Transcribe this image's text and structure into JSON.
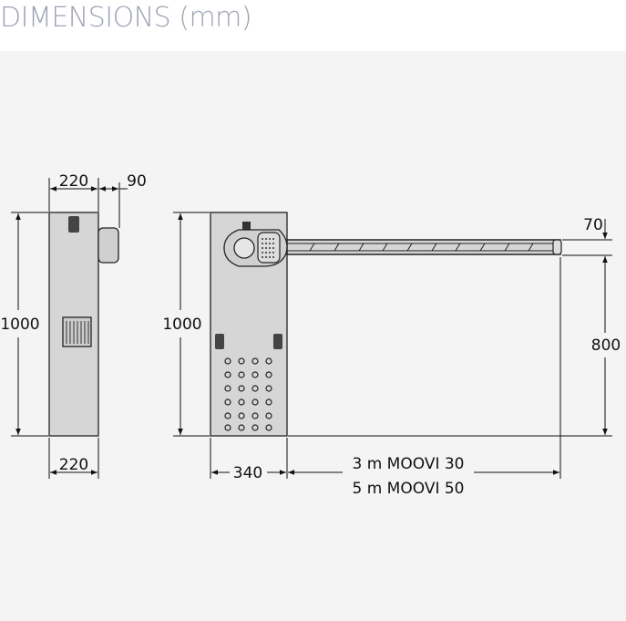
{
  "title": "DIMENSIONS (mm)",
  "side_view": {
    "width_top": "220",
    "motor_depth": "90",
    "height": "1000",
    "width_bottom": "220"
  },
  "front_view": {
    "height": "1000",
    "cabinet_width": "340",
    "boom_thickness": "70",
    "boom_height": "800",
    "boom_length_1": "3 m MOOVI 30",
    "boom_length_2": "5 m MOOVI 50"
  },
  "colors": {
    "title": "#9ea3b4",
    "background": "#f4f4f4",
    "cabinet": "#d6d6d6"
  }
}
